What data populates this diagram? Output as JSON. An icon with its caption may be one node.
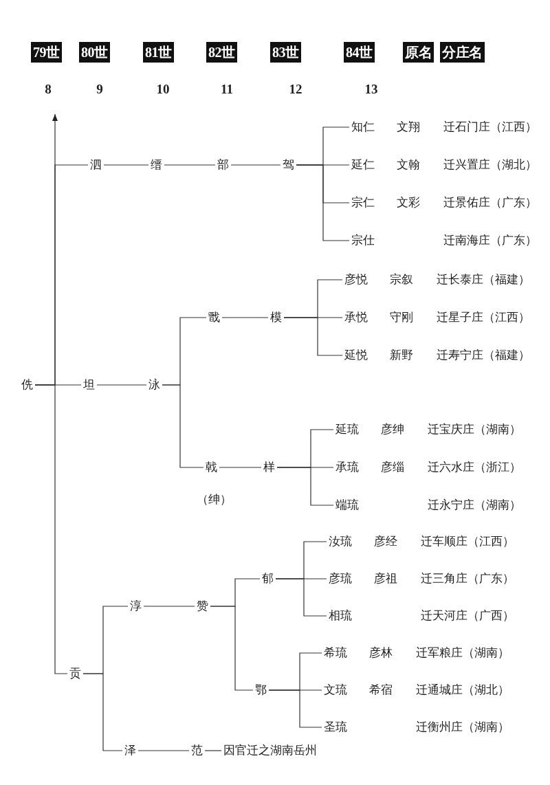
{
  "diagram": {
    "nodes": [
      {
        "text": [
          "79世"
        ]
      },
      {
        "text": [
          "80世"
        ]
      },
      {
        "text": [
          "81世"
        ]
      },
      {
        "text": [
          "82世"
        ]
      },
      {
        "text": [
          "83世"
        ]
      },
      {
        "text": [
          "84世"
        ]
      },
      {
        "text": [
          "原名"
        ]
      },
      {
        "text": [
          "分庄名"
        ]
      },
      {
        "text": [
          "侁"
        ]
      },
      {
        "text": [
          "泗"
        ]
      },
      {
        "text": [
          "缙"
        ]
      },
      {
        "text": [
          "部"
        ]
      },
      {
        "text": [
          "驾"
        ]
      },
      {
        "text": [
          "知仁"
        ],
        "beside": [
          "文翔",
          "迁石门庄（江西）"
        ]
      },
      {
        "text": [
          "延仁"
        ],
        "beside": [
          "文翰",
          "迁兴置庄（湖北）"
        ]
      },
      {
        "text": [
          "宗仁"
        ],
        "beside": [
          "文彩",
          "迁景佑庄（广东）"
        ]
      },
      {
        "text": [
          "宗仕"
        ]
      },
      {
        "text": [
          "坦"
        ]
      },
      {
        "text": [
          "泳"
        ]
      },
      {
        "text": [
          "戬"
        ]
      },
      {
        "text": [
          "模"
        ]
      },
      {
        "text": [
          "彦悦"
        ],
        "beside": [
          "宗叙",
          "迁长泰庄（福建）"
        ]
      },
      {
        "text": [
          "承悦"
        ],
        "beside": [
          "守刚",
          "迁星子庄（江西）"
        ]
      },
      {
        "text": [
          "延悦"
        ],
        "beside": [
          "新野",
          "迁寿宁庄（福建）"
        ]
      },
      {
        "text": [
          "戟"
        ],
        "beside": [
          "（绅）"
        ]
      },
      {
        "text": [
          "样"
        ]
      },
      {
        "text": [
          "延琉"
        ],
        "beside": [
          "彦绅",
          "迁宝庆庄（湖南）"
        ]
      },
      {
        "text": [
          "承琉"
        ],
        "beside": [
          "彦缁",
          "迁六水庄（浙江）"
        ]
      },
      {
        "text": [
          "端琉"
        ]
      },
      {
        "text": [
          "贡"
        ]
      },
      {
        "text": [
          "淳"
        ]
      },
      {
        "text": [
          "赞"
        ]
      },
      {
        "text": [
          "郁"
        ]
      },
      {
        "text": [
          "汝琉"
        ],
        "beside": [
          "彦经",
          "迁车顺庄（江西）"
        ]
      },
      {
        "text": [
          "彦琉"
        ],
        "beside": [
          "彦祖",
          "迁三角庄（广东）"
        ]
      },
      {
        "text": [
          "相琉"
        ]
      },
      {
        "text": [
          "鄂"
        ]
      },
      {
        "text": [
          "希琉"
        ],
        "beside": [
          "彦林",
          "迁军粮庄（湖南）"
        ]
      },
      {
        "text": [
          "文琉"
        ],
        "beside": [
          "希宿",
          "迁通城庄（湖北）"
        ]
      },
      {
        "text": [
          "圣琉"
        ]
      },
      {
        "text": [
          "泽"
        ]
      },
      {
        "text": [
          "范"
        ]
      },
      {
        "text": [
          "因官迁之湖南岳州"
        ]
      }
    ],
    "edges": [
      {
        "from": 8,
        "to": null,
        "arrow": "to"
      },
      {
        "from": 8,
        "to": 9,
        "arrow": "none"
      },
      {
        "from": 8,
        "to": 17,
        "arrow": "none"
      },
      {
        "from": 8,
        "to": 29,
        "arrow": "none"
      },
      {
        "from": 9,
        "to": 10,
        "arrow": "none"
      },
      {
        "from": 10,
        "to": 11,
        "arrow": "none"
      },
      {
        "from": 11,
        "to": 12,
        "arrow": "none"
      },
      {
        "from": 12,
        "to": 13,
        "arrow": "none"
      },
      {
        "from": 12,
        "to": 14,
        "arrow": "none"
      },
      {
        "from": 12,
        "to": 15,
        "arrow": "none"
      },
      {
        "from": 12,
        "to": 16,
        "arrow": "none"
      },
      {
        "from": 17,
        "to": 18,
        "arrow": "none"
      },
      {
        "from": 18,
        "to": 19,
        "arrow": "none"
      },
      {
        "from": 18,
        "to": 24,
        "arrow": "none"
      },
      {
        "from": 19,
        "to": 20,
        "arrow": "none"
      },
      {
        "from": 20,
        "to": 21,
        "arrow": "none"
      },
      {
        "from": 20,
        "to": 22,
        "arrow": "none"
      },
      {
        "from": 20,
        "to": 23,
        "arrow": "none"
      },
      {
        "from": 24,
        "to": 25,
        "arrow": "none"
      },
      {
        "from": 25,
        "to": 26,
        "arrow": "none"
      },
      {
        "from": 25,
        "to": 27,
        "arrow": "none"
      },
      {
        "from": 25,
        "to": 28,
        "arrow": "none"
      },
      {
        "from": 29,
        "to": 30,
        "arrow": "none"
      },
      {
        "from": 29,
        "to": 40,
        "arrow": "none"
      },
      {
        "from": 30,
        "to": 31,
        "arrow": "none"
      },
      {
        "from": 31,
        "to": 32,
        "arrow": "none"
      },
      {
        "from": 31,
        "to": 36,
        "arrow": "none"
      },
      {
        "from": 32,
        "to": 33,
        "arrow": "none"
      },
      {
        "from": 32,
        "to": 34,
        "arrow": "none"
      },
      {
        "from": 32,
        "to": 35,
        "arrow": "none"
      },
      {
        "from": 36,
        "to": 37,
        "arrow": "none"
      },
      {
        "from": 36,
        "to": 38,
        "arrow": "none"
      },
      {
        "from": 36,
        "to": 39,
        "arrow": "none"
      },
      {
        "from": 40,
        "to": 41,
        "arrow": "none"
      },
      {
        "from": 41,
        "to": 42,
        "arrow": "none"
      }
    ],
    "labels": [
      "8",
      "9",
      "10",
      "11",
      "12",
      "13",
      "迁南海庄（广东）",
      "迁永宁庄（湖南）",
      "迁天河庄（广西）",
      "迁衡州庄（湖南）"
    ]
  }
}
